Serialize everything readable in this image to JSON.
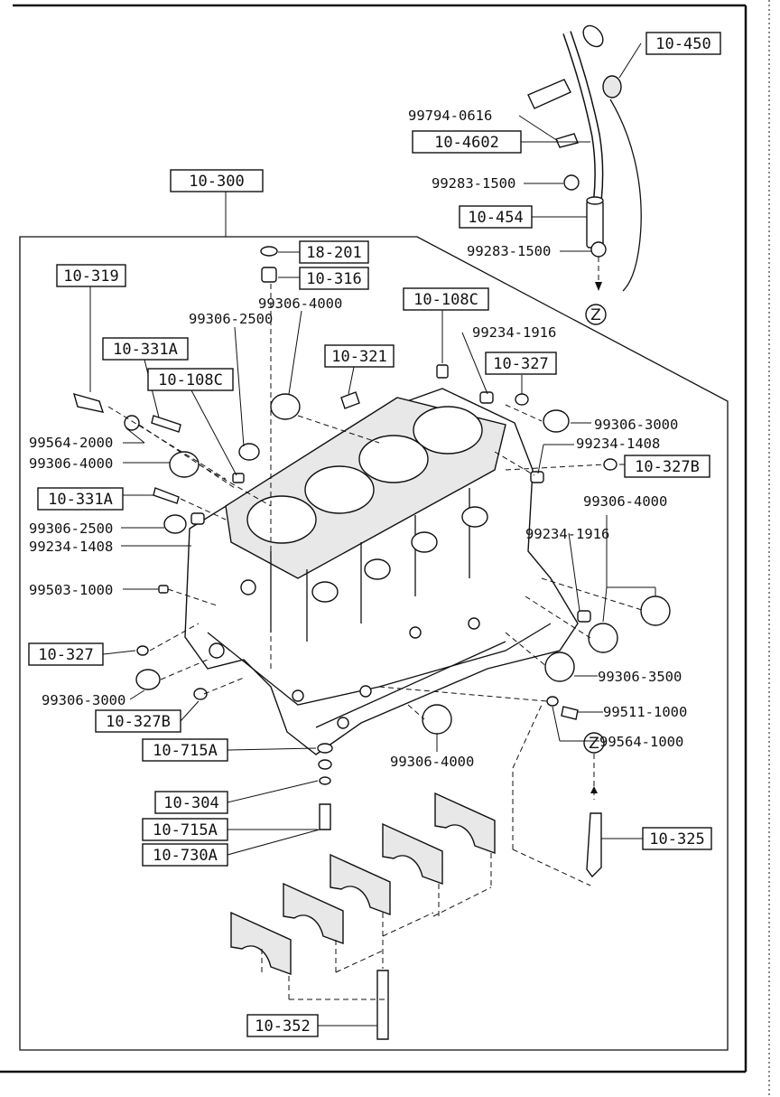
{
  "diagram": {
    "boxed_labels": {
      "l_10_450": "10-450",
      "l_10_4602": "10-4602",
      "l_10_454": "10-454",
      "l_10_300": "10-300",
      "l_18_201": "18-201",
      "l_10_316": "10-316",
      "l_10_319": "10-319",
      "l_10_108c_top": "10-108C",
      "l_10_331a_top": "10-331A",
      "l_10_321": "10-321",
      "l_10_327_top": "10-327",
      "l_10_108c_left": "10-108C",
      "l_10_327b_right": "10-327B",
      "l_10_331a_left": "10-331A",
      "l_10_327_left": "10-327",
      "l_10_327b_left": "10-327B",
      "l_10_715a_1": "10-715A",
      "l_10_304": "10-304",
      "l_10_715a_2": "10-715A",
      "l_10_730a": "10-730A",
      "l_10_325": "10-325",
      "l_10_352": "10-352"
    },
    "part_numbers": {
      "p_99794_0616": "99794-0616",
      "p_99283_1500_a": "99283-1500",
      "p_99283_1500_b": "99283-1500",
      "p_99306_4000_top": "99306-4000",
      "p_99306_2500_top": "99306-2500",
      "p_99234_1916_top": "99234-1916",
      "p_99306_3000_right": "99306-3000",
      "p_99234_1408_right": "99234-1408",
      "p_99564_2000": "99564-2000",
      "p_99306_4000_left": "99306-4000",
      "p_99306_4000_right": "99306-4000",
      "p_99306_2500_left": "99306-2500",
      "p_99234_1408_left": "99234-1408",
      "p_99234_1916_right": "99234-1916",
      "p_99503_1000": "99503-1000",
      "p_99306_3500": "99306-3500",
      "p_99306_3000_left": "99306-3000",
      "p_99511_1000": "99511-1000",
      "p_99564_1000": "99564-1000",
      "p_99306_4000_bottom": "99306-4000"
    },
    "connectors": {
      "z_top": "Z",
      "z_bottom": "Z"
    }
  }
}
